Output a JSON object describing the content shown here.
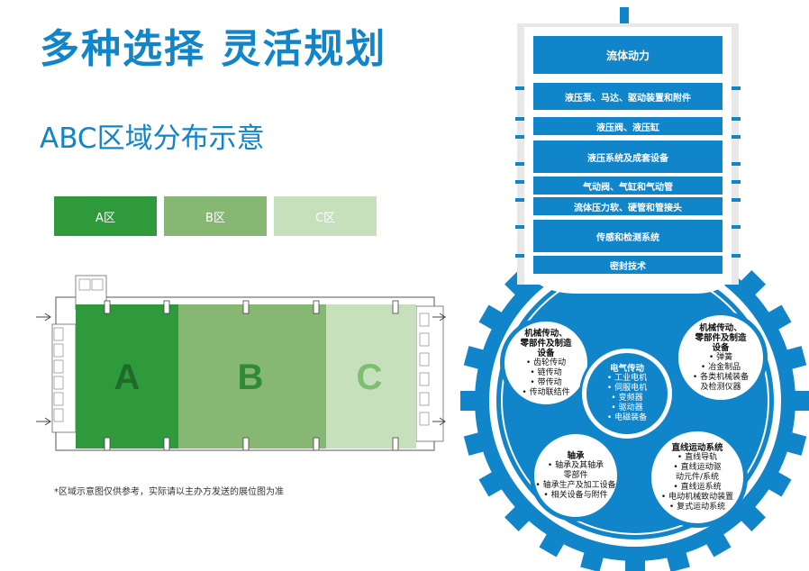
{
  "main_title": "多种选择  灵活规划",
  "subtitle": "ABC区域分布示意",
  "zones": [
    {
      "label": "A区",
      "letter": "A",
      "color": "#2e9a3c"
    },
    {
      "label": "B区",
      "letter": "B",
      "color": "#86b874"
    },
    {
      "label": "C区",
      "letter": "C",
      "color": "#c5e0bb"
    }
  ],
  "disclaimer": "*区域示意图仅供参考，实际请以主办方发送的展位图为准",
  "categories": [
    "流体动力",
    "液压泵、马达、驱动装置和附件",
    "液压阀、液压缸",
    "液压系统及成套设备",
    "气动阀、气缸和气动管",
    "流体压力软、硬管和管接头",
    "传感和检测系统",
    "密封技术"
  ],
  "scope_title": "展品范围",
  "circles": {
    "mech1": {
      "title": [
        "机械传动、",
        "零部件及制造",
        "设备"
      ],
      "items": [
        "• 齿轮传动",
        "• 链传动",
        "• 带传动",
        "• 传动联结件"
      ]
    },
    "mech2": {
      "title": [
        "机械传动、",
        "零部件及制造",
        "设备"
      ],
      "items": [
        "• 弹簧",
        "• 冶金制品",
        "• 各类机械装备",
        "及检测仪器"
      ]
    },
    "elec": {
      "title": [
        "电气传动"
      ],
      "items": [
        "• 工业电机",
        "• 伺服电机",
        "• 变频器",
        "• 驱动器",
        "• 电磁装备"
      ]
    },
    "bearing": {
      "title": [
        "轴承"
      ],
      "items": [
        "• 轴承及其轴承",
        "零部件",
        "• 轴承生产及加工设备",
        "• 相关设备与附件"
      ]
    },
    "linear": {
      "title": [
        "直线运动系统"
      ],
      "items": [
        "• 直线导轨",
        "• 直线运动驱",
        "动元件/系统",
        "• 直线运系统",
        "• 电动机械致动装置",
        "• 复式运动系统"
      ]
    }
  },
  "colors": {
    "brand_blue": "#1185c9",
    "zone_a": "#2e9a3c",
    "zone_b": "#86b874",
    "zone_c": "#c5e0bb"
  }
}
